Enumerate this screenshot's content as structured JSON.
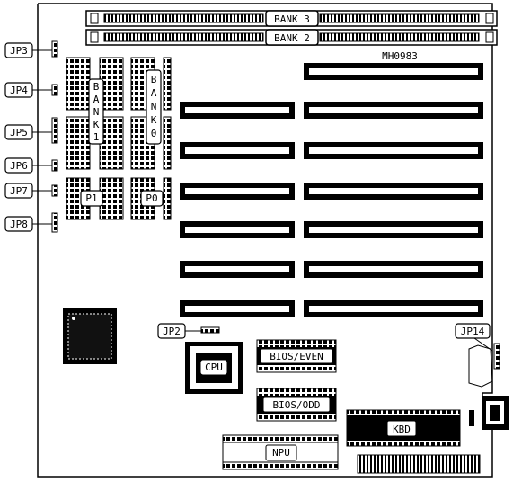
{
  "board": {
    "model": "MH0983",
    "banks": {
      "bank3": "BANK 3",
      "bank2": "BANK 2",
      "bank1": "BANK 1",
      "bank0": "BANK 0",
      "bank1_vertical": [
        "B",
        "A",
        "N",
        "K",
        "1"
      ],
      "bank0_vertical": [
        "B",
        "A",
        "N",
        "K",
        "0"
      ]
    },
    "parity": {
      "p1": "P1",
      "p0": "P0"
    },
    "jumpers": {
      "jp3": "JP3",
      "jp4": "JP4",
      "jp5": "JP5",
      "jp6": "JP6",
      "jp7": "JP7",
      "jp8": "JP8",
      "jp2": "JP2",
      "jp14": "JP14"
    },
    "chips": {
      "cpu": "CPU",
      "bios_even": "BIOS/EVEN",
      "bios_odd": "BIOS/ODD",
      "kbd": "KBD",
      "npu": "NPU"
    }
  }
}
